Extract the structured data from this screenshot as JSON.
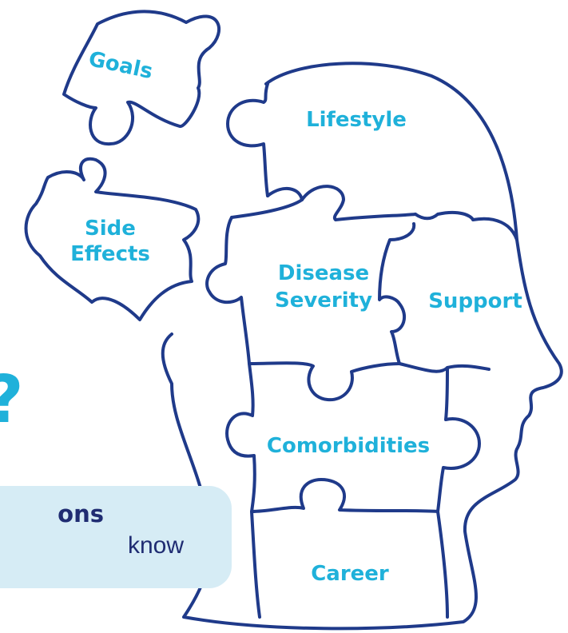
{
  "pieces": {
    "goals": "Goals",
    "lifestyle": "Lifestyle",
    "side_effects_line1": "Side",
    "side_effects_line2": "Effects",
    "disease_line1": "Disease",
    "disease_line2": "Severity",
    "support": "Support",
    "comorbidities": "Comorbidities",
    "career": "Career"
  },
  "question_mark": "?",
  "callout": {
    "title_fragment": "ons",
    "body_fragment": "know"
  },
  "colors": {
    "outline": "#1f3a8a",
    "label": "#1fb1da",
    "callout_bg": "#d6ecf5",
    "callout_text": "#1f2c72"
  }
}
